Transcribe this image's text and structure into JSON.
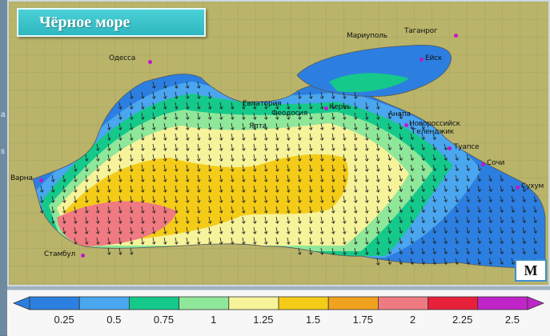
{
  "title": "Чёрное море",
  "corner_label": "M",
  "edge_fragments": [
    "a",
    "s"
  ],
  "cities": [
    {
      "key": "odessa",
      "name": "Одесса"
    },
    {
      "key": "mariupol",
      "name": "Мариуполь"
    },
    {
      "key": "taganrog",
      "name": "Таганрог"
    },
    {
      "key": "eysk",
      "name": "Ейск"
    },
    {
      "key": "evpatoria",
      "name": "Евпатория"
    },
    {
      "key": "feodosia",
      "name": "Феодосия"
    },
    {
      "key": "kerch",
      "name": "Керчь"
    },
    {
      "key": "yalta",
      "name": "Ялта"
    },
    {
      "key": "anapa",
      "name": "Анапа"
    },
    {
      "key": "novorossiysk",
      "name": "Новороссийск"
    },
    {
      "key": "gelendzhik",
      "name": "Геленджик"
    },
    {
      "key": "tuapse",
      "name": "Туапсе"
    },
    {
      "key": "sochi",
      "name": "Сочи"
    },
    {
      "key": "sukhum",
      "name": "Сухум"
    },
    {
      "key": "varna",
      "name": "Варна"
    },
    {
      "key": "istanbul",
      "name": "Стамбул"
    }
  ],
  "legend": {
    "ticks": [
      "0.25",
      "0.5",
      "0.75",
      "1",
      "1.25",
      "1.5",
      "1.75",
      "2",
      "2.25",
      "2.5"
    ],
    "colors": [
      "#2c7fe0",
      "#4aa6ef",
      "#15c98a",
      "#8fe79a",
      "#f6f39a",
      "#f4cc18",
      "#f0a21f",
      "#f07a82",
      "#e8203a",
      "#c025c8"
    ]
  },
  "palette": {
    "land": "#b9b46a",
    "sea_low": "#2c7fe0",
    "sea_mid": "#15c98a",
    "sea_high": "#f4cc18",
    "sea_max": "#f07a82"
  }
}
